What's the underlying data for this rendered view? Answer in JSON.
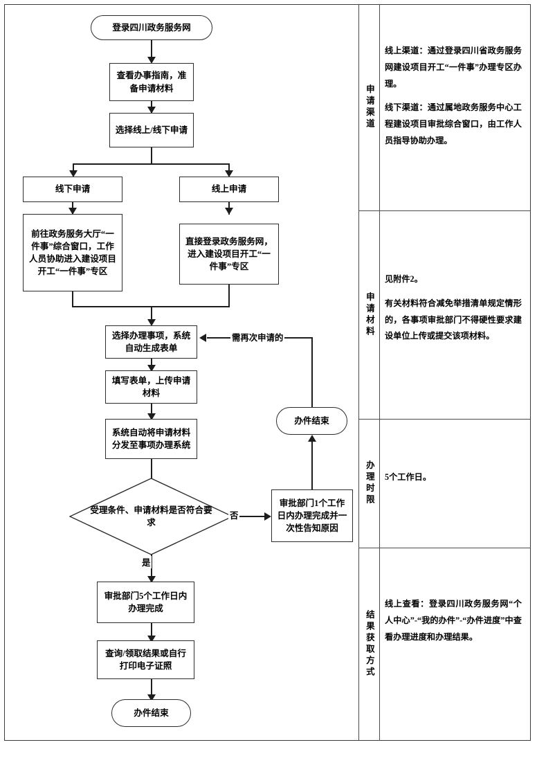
{
  "flowchart": {
    "nodes": {
      "start": "登录四川政务服务网",
      "guide": "查看办事指南，准备申请材料",
      "choose_channel": "选择线上/线下申请",
      "offline": "线下申请",
      "online": "线上申请",
      "offline_detail": "前往政务服务大厅“一件事”综合窗口，工作人员协助进入建设项目开工“一件事”专区",
      "online_detail": "直接登录政务服务网，进入建设项目开工“一件事”专区",
      "select_item": "选择办理事项，系统自动生成表单",
      "fill_form": "填写表单，上传申请材料",
      "auto_dispatch": "系统自动将申请材料分发至事项办理系统",
      "decision": "受理条件、申请材料是否符合要求",
      "reject_notice": "审批部门1个工作日内办理完成并一次性告知原因",
      "end_reject": "办件结束",
      "approve": "审批部门5个工作日内办理完成",
      "get_result": "查询/领取结果或自行打印电子证照",
      "end_success": "办件结束"
    },
    "edge_labels": {
      "reapply": "需再次申请的",
      "no": "否",
      "yes": "是"
    }
  },
  "annotations": {
    "rows": [
      {
        "label": "申请渠道",
        "paragraphs": [
          "线上渠道：通过登录四川省政务服务网建设项目开工“一件事”办理专区办理。",
          "线下渠道：通过属地政务服务中心工程建设项目审批综合窗口，由工作人员指导协助办理。"
        ]
      },
      {
        "label": "申请材料",
        "paragraphs": [
          "见附件2。",
          "有关材料符合减免举措清单规定情形的，各事项审批部门不得硬性要求建设单位上传或提交该项材料。"
        ]
      },
      {
        "label": "办理时限",
        "paragraphs": [
          "5个工作日。"
        ]
      },
      {
        "label": "结果获取方式",
        "paragraphs": [
          "线上查看：登录四川政务服务网“个人中心”-“我的办件”-“办件进度”中查看办理进度和办理结果。"
        ]
      }
    ]
  }
}
